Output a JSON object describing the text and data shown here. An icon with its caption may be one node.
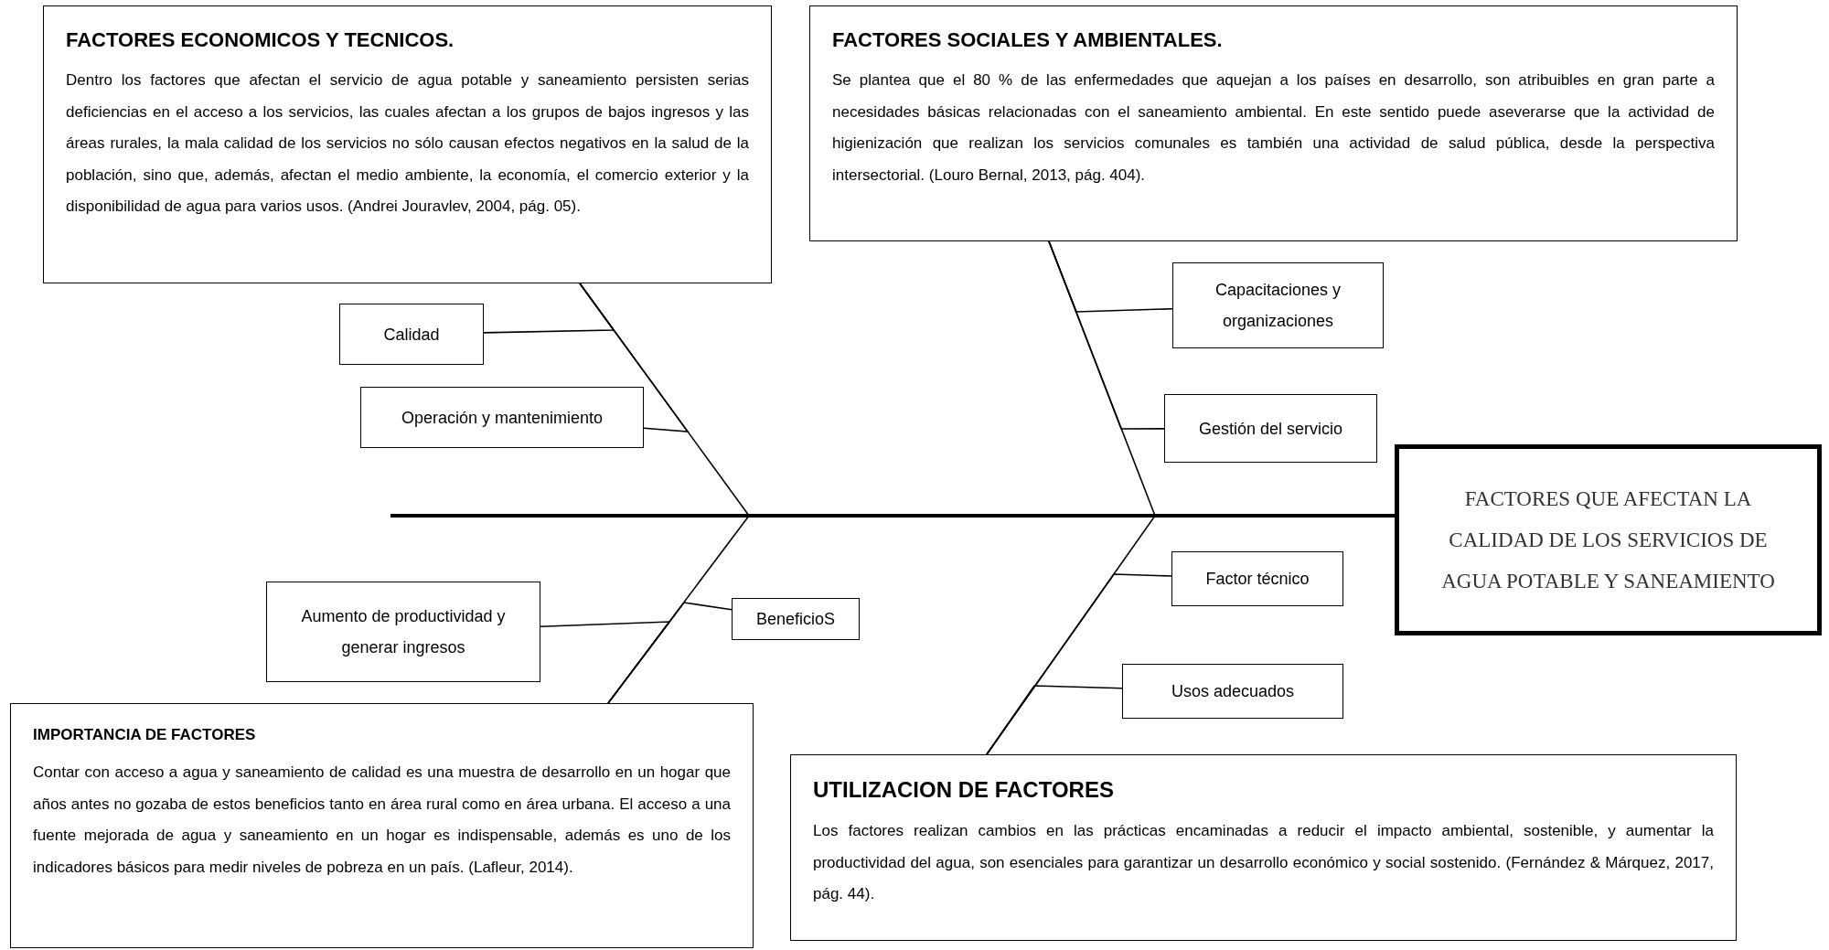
{
  "diagram": {
    "nodes": [
      {
        "text": [
          "FACTORES ECONOMICOS Y TECNICOS.",
          "Dentro los factores que afectan el servicio de agua potable y saneamiento persisten serias deficiencias en el acceso a los servicios, las cuales afectan a los grupos de bajos ingresos y las áreas rurales, la mala calidad de los servicios no sólo causan efectos negativos en la salud de la población, sino que, además, afectan el medio ambiente, la economía, el comercio exterior y la disponibilidad de agua para varios usos. (Andrei Jouravlev, 2004, pág. 05)."
        ]
      },
      {
        "text": [
          "FACTORES SOCIALES Y AMBIENTALES.",
          "Se plantea que el 80 % de las enfermedades que aquejan a los países en desarrollo, son atribuibles en gran parte a necesidades básicas relacionadas con el saneamiento ambiental. En este sentido puede aseverarse que la actividad de higienización que realizan los servicios comunales es también una actividad de salud pública, desde la perspectiva intersectorial. (Louro Bernal, 2013, pág. 404)."
        ]
      },
      {
        "text": [
          "Calidad"
        ]
      },
      {
        "text": [
          "Capacitaciones y organizaciones"
        ]
      },
      {
        "text": [
          "Operación y mantenimiento"
        ]
      },
      {
        "text": [
          "Gestión del servicio"
        ]
      },
      {
        "text": [
          "FACTORES QUE AFECTAN LA CALIDAD DE LOS SERVICIOS DE AGUA POTABLE Y SANEAMIENTO"
        ]
      },
      {
        "text": [
          "Factor técnico"
        ]
      },
      {
        "text": [
          "Aumento de productividad y generar ingresos"
        ]
      },
      {
        "text": [
          "BeneficioS"
        ]
      },
      {
        "text": [
          "Usos adecuados"
        ]
      },
      {
        "text": [
          "IMPORTANCIA DE FACTORES",
          "Contar con acceso a agua y saneamiento de calidad es una muestra de desarrollo en un hogar que años antes no gozaba de estos beneficios tanto en área rural como en área urbana. El acceso a una fuente mejorada de agua y saneamiento en un hogar es indispensable, además es uno de los indicadores básicos para medir niveles de pobreza en un país. (Lafleur, 2014)."
        ]
      },
      {
        "text": [
          "UTILIZACION DE FACTORES",
          "Los factores realizan cambios en las prácticas encaminadas a reducir el impacto ambiental, sostenible, y aumentar la productividad del agua, son esenciales para garantizar un desarrollo económico y social sostenido. (Fernández & Márquez, 2017, pág. 44)."
        ]
      }
    ],
    "edges": [
      {
        "from": 0,
        "to": 6,
        "arrow": "none"
      },
      {
        "from": 1,
        "to": 6,
        "arrow": "none"
      },
      {
        "from": 11,
        "to": 6,
        "arrow": "none"
      },
      {
        "from": 12,
        "to": 6,
        "arrow": "none"
      },
      {
        "from": 2,
        "to": 0,
        "arrow": "none"
      },
      {
        "from": 4,
        "to": 0,
        "arrow": "none"
      },
      {
        "from": 3,
        "to": 1,
        "arrow": "none"
      },
      {
        "from": 5,
        "to": 1,
        "arrow": "none"
      },
      {
        "from": 8,
        "to": 11,
        "arrow": "none"
      },
      {
        "from": 9,
        "to": 11,
        "arrow": "none"
      },
      {
        "from": 7,
        "to": 12,
        "arrow": "none"
      },
      {
        "from": 10,
        "to": 12,
        "arrow": "none"
      }
    ]
  }
}
